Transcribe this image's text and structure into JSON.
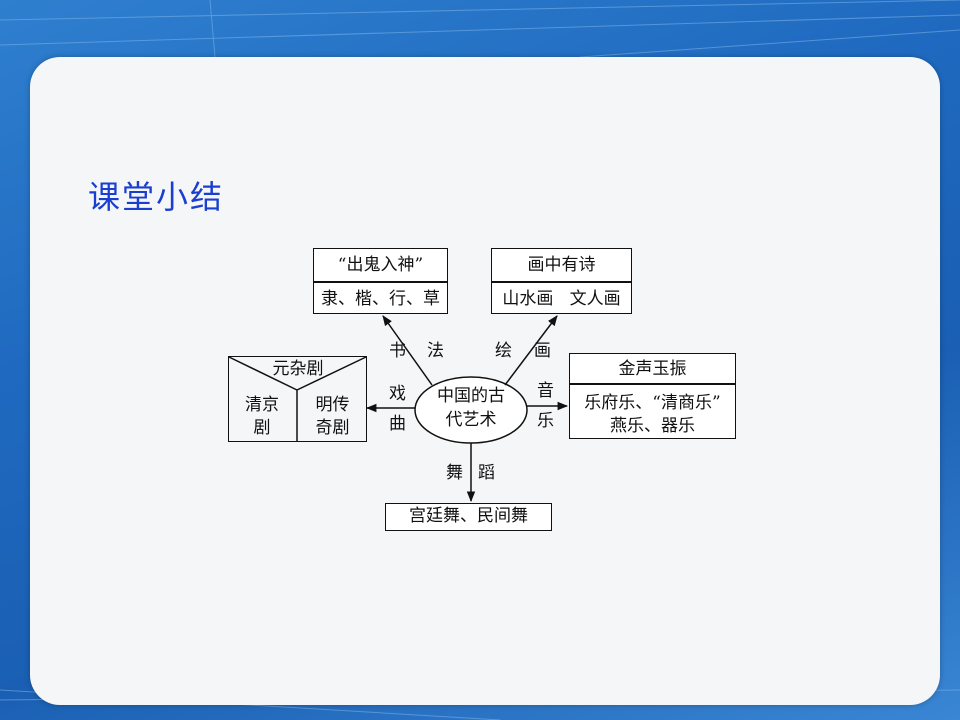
{
  "slide": {
    "title": "课堂小结"
  },
  "diagram": {
    "center": [
      "中国的古",
      "代艺术"
    ],
    "calligraphy": {
      "edge": [
        "书",
        "法"
      ],
      "top": "“出鬼入神”",
      "bottom": "隶、楷、行、草"
    },
    "painting": {
      "edge": [
        "绘",
        "画"
      ],
      "top": "画中有诗",
      "bottom": "山水画   文人画"
    },
    "opera": {
      "edge": [
        "戏",
        "曲"
      ],
      "top": "元杂剧",
      "left": [
        "清京",
        "剧"
      ],
      "right": [
        "明传",
        "奇剧"
      ]
    },
    "music": {
      "edge": [
        "音",
        "乐"
      ],
      "top": "金声玉振",
      "bottom": [
        "乐府乐、“清商乐”",
        "燕乐、器乐"
      ]
    },
    "dance": {
      "edge": [
        "舞",
        "蹈"
      ],
      "box": "宫廷舞、民间舞"
    }
  }
}
